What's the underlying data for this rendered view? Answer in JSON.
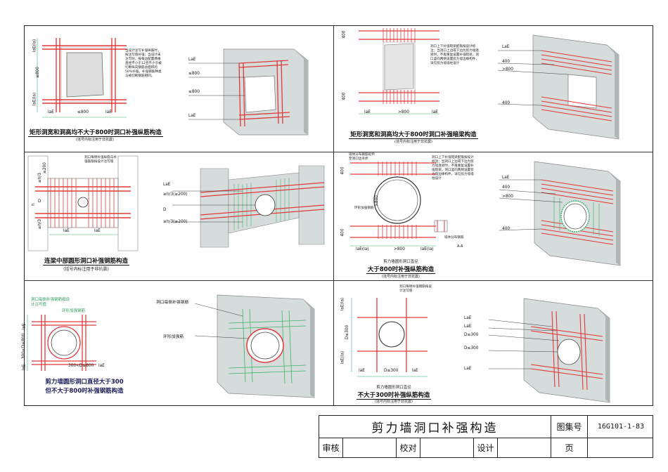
{
  "panels": {
    "p1": {
      "caption": "矩形洞宽和洞高均不大于800时洞口补强纵筋构造",
      "sub": "(括号内标注用于非抗震)",
      "note": "当设计注写补强纵筋时，按注写值补强；当设计未注写时，按每边配置两根直径不小于12且不小于被切断纵向钢筋总面积的50%补强。补强钢筋种类与被切断钢筋相同。",
      "dims": [
        "laE(la)",
        "≤800",
        "laE(la)",
        "laE",
        "≤800",
        "laE"
      ],
      "labels3d": [
        "LaE",
        "≤800",
        "≤800",
        "LaE"
      ]
    },
    "p2": {
      "caption": "矩形洞宽和洞高均大于800时洞口补强暗梁构造",
      "sub": "(括号内标注用于非抗震)",
      "note": "洞口上下补强暗梁配筋按设计标注；当洞口上边或下边为剪力墙连梁时，不再重复设置补强暗梁。洞口竖向两侧设置剪力墙边缘构件，详见剪力墙墙柱设计",
      "dims": [
        "400",
        "400",
        "laE",
        ">800",
        "laE"
      ],
      "labels3d": [
        "LaE",
        "400",
        ">800",
        "400"
      ]
    },
    "p3": {
      "caption": "连梁中部圆形洞口补强钢筋构造",
      "sub": "(括号内标注用于非抗震)",
      "note": "洞口每侧补强纵筋与补强箍筋按设计注写值",
      "dims": [
        "≥h/3",
        "≥200",
        "h",
        "D",
        "≥h/3",
        "laE",
        "laE"
      ],
      "labels3d": [
        "LaE",
        "≥h/3(≥200)",
        "D",
        "≥h/3(≥200)"
      ]
    },
    "p4": {
      "caption": "大于800时补强纵筋构造",
      "caption_pre": "剪力墙圆形洞口直径",
      "sub": "(括号内标注用于非抗震)",
      "note": "洞口上下补强暗梁配筋按设计标注；当洞口上边或下边为剪力墙连梁时，不再重复设置补强暗梁。洞口竖向两侧设置剪力墙边缘构件，详见剪力墙墙柱设计",
      "top_note": "墙体分布钢筋延伸至洞口边弯折",
      "ring_note": "环形加强钢筋",
      "section_label": "墙体分布钢筋",
      "section_id": "A-A",
      "dims": [
        "400",
        ">800",
        "400",
        "laE(la)",
        ">800",
        "laE(la)"
      ],
      "labels3d": [
        "LaE",
        "400",
        ">800",
        "400"
      ]
    },
    "p5": {
      "caption": "剪力墙圆形洞口直径大于300",
      "caption2": "但不大于800时补强钢筋构造",
      "note_green1": "洞口每侧补强钢筋按设计注写值",
      "note_green2": "环形加强钢筋",
      "dims": [
        "laE",
        "300<D≤800",
        "laE",
        "300<D≤800",
        "laE"
      ],
      "labels3d": [
        "洞口每侧补强钢筋",
        "环形加强筋"
      ]
    },
    "p6": {
      "caption": "不大于300时补强纵筋构造",
      "caption_pre": "剪力墙圆形洞口直径",
      "sub": "(括号内标注用于非抗震)",
      "note": "洞口每侧补强钢筋按设计注写值",
      "dims": [
        "laE(la)",
        "D≤300",
        "laE(la)",
        "laE",
        "D≤300",
        "laE"
      ],
      "labels3d": [
        "LaE",
        "LaE",
        "D≤300",
        "D≤300",
        "LaE"
      ]
    }
  },
  "titleblock": {
    "title": "剪力墙洞口补强构造",
    "atlas_label": "图集号",
    "atlas_no": "16G101-1-83",
    "review": "审核",
    "check": "校对",
    "design": "设计",
    "page": "页"
  },
  "colors": {
    "rebar": "#e23a3a",
    "green": "#3db36b",
    "wall": "#d6dcdc",
    "wall_dark": "#aeb6b6"
  }
}
